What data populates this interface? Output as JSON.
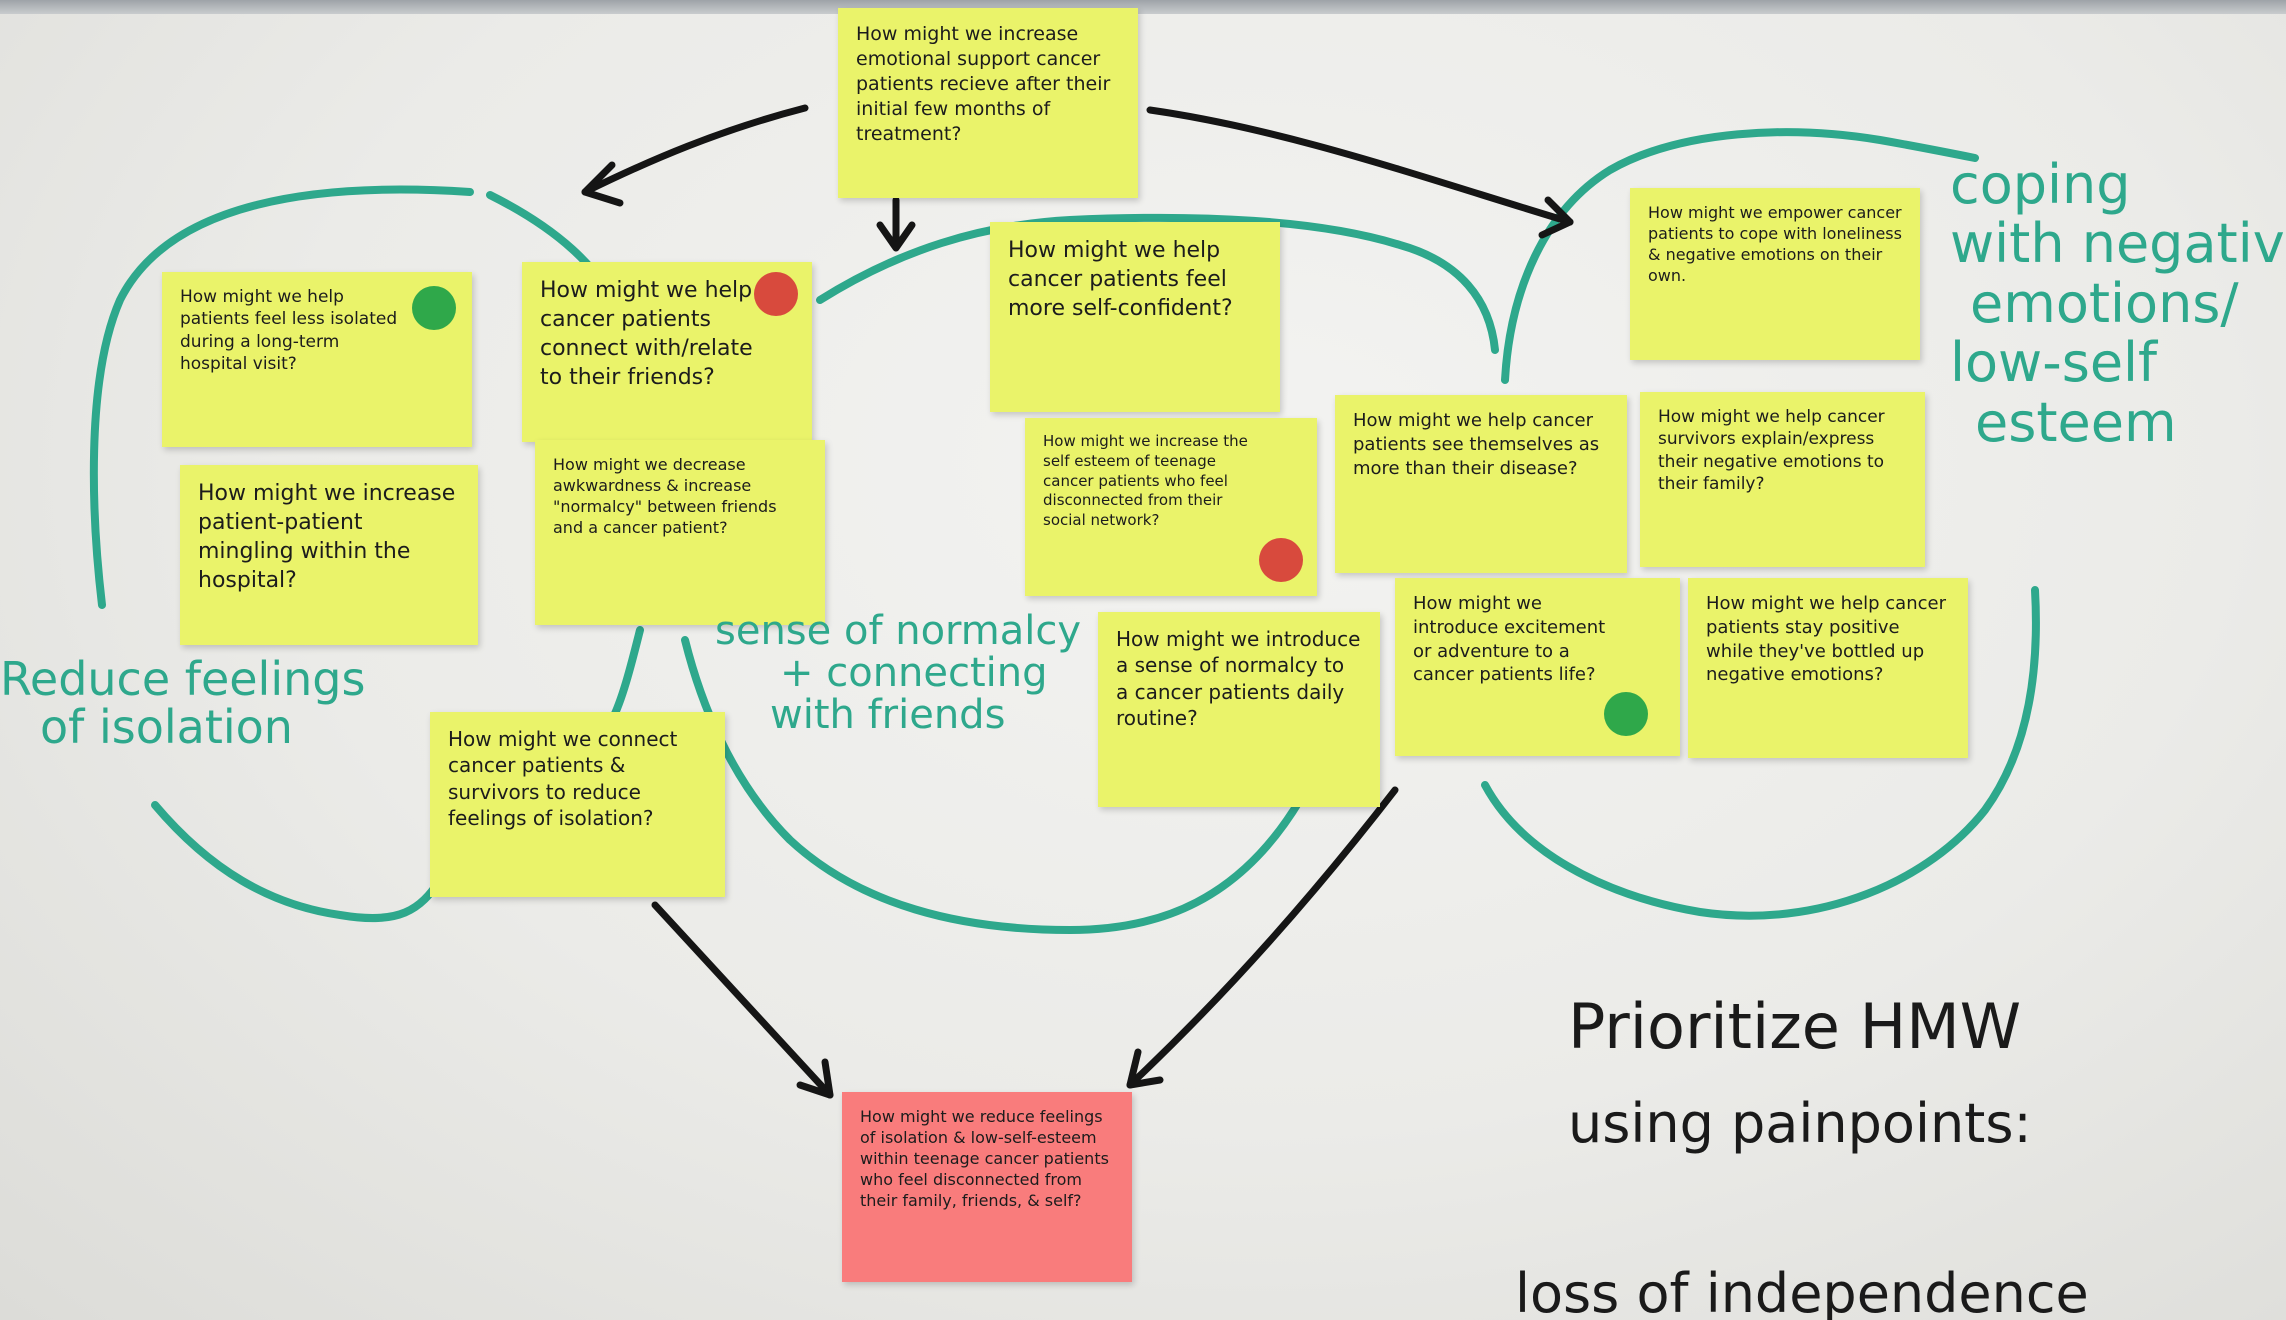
{
  "board": {
    "ink_color": "#2ea88c",
    "note_color": "#eaf36a",
    "final_note_color": "#f97c7c"
  },
  "notes": {
    "top": "How might we increase emotional support cancer patients recieve after their initial few months of treatment?",
    "isolated_hospital": "How might we help patients feel less isolated during a long-term hospital visit?",
    "connect_friends": "How might we help cancer patients connect with/relate to their friends?",
    "mingling": "How might we increase patient-patient mingling within the hospital?",
    "awkwardness": "How might we decrease awkwardness & increase \"normalcy\" between friends and a cancer patient?",
    "survivors": "How might we connect cancer patients & survivors to reduce feelings of isolation?",
    "self_confident": "How might we help cancer patients feel more self-confident?",
    "self_esteem_teen": "How might we increase the self esteem of teenage cancer patients who feel disconnected from their social network?",
    "normalcy_routine": "How might we introduce a sense of normalcy to a cancer patients daily routine?",
    "more_than_disease": "How might we help cancer patients see themselves as more than their disease?",
    "excitement": "How might we introduce excitement or adventure to a cancer patients life?",
    "empower_cope": "How might we empower cancer patients to cope with loneliness & negative emotions on their own.",
    "survivors_explain": "How might we help cancer survivors explain/express their negative emotions to their family?",
    "stay_positive": "How might we help cancer patients stay positive while they've bottled up negative emotions?",
    "final": "How might we reduce feelings of isolation & low-self-esteem within teenage cancer patients who feel disconnected from their family, friends, & self?"
  },
  "labels": {
    "isolation_1": "Reduce feelings",
    "isolation_2": "of isolation",
    "normalcy_1": "sense of normalcy",
    "normalcy_2": "+ connecting",
    "normalcy_3": "with friends",
    "coping_1": "coping",
    "coping_2": "with negativ",
    "coping_3": "emotions/",
    "coping_4": "low-self",
    "coping_5": "esteem"
  },
  "text": {
    "prioritize_1": "Prioritize HMW",
    "prioritize_2": "using painpoints:",
    "loss": "loss of independence"
  }
}
